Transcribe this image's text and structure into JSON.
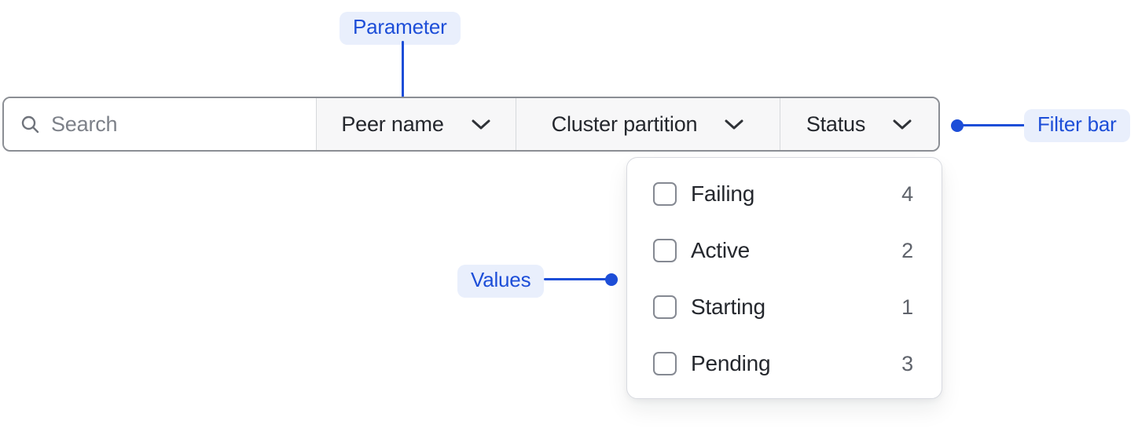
{
  "annotations": {
    "parameter": {
      "label": "Parameter"
    },
    "filter_bar": {
      "label": "Filter bar"
    },
    "values": {
      "label": "Values"
    }
  },
  "filter_bar": {
    "search": {
      "placeholder": "Search",
      "icon": "search-icon"
    },
    "dropdowns": [
      {
        "label": "Peer name",
        "icon": "chevron-down-icon"
      },
      {
        "label": "Cluster partition",
        "icon": "chevron-down-icon"
      },
      {
        "label": "Status",
        "icon": "chevron-down-icon"
      }
    ]
  },
  "status_dropdown": {
    "options": [
      {
        "label": "Failing",
        "count": "4",
        "checked": false
      },
      {
        "label": "Active",
        "count": "2",
        "checked": false
      },
      {
        "label": "Starting",
        "count": "1",
        "checked": false
      },
      {
        "label": "Pending",
        "count": "3",
        "checked": false
      }
    ]
  },
  "colors": {
    "annotation_accent": "#1d4ed8",
    "annotation_pill_bg": "#e9effc",
    "bar_border": "#8b8e94",
    "bar_section_bg": "#f7f7f8",
    "panel_border": "#d8dae0",
    "text_primary": "#24272d",
    "text_muted": "#5f636b"
  }
}
